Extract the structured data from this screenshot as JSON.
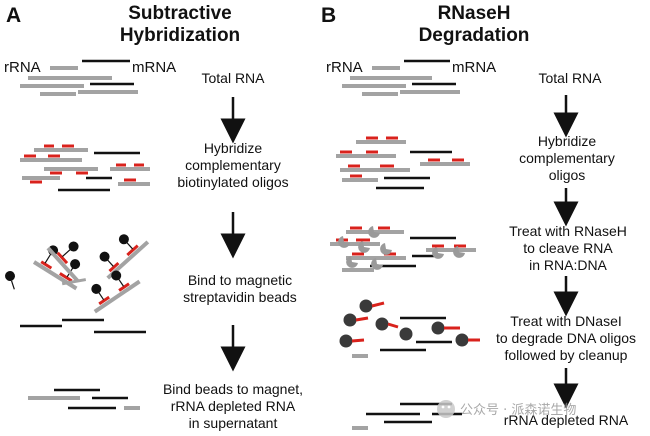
{
  "panel_a": {
    "letter": "A",
    "title_line1": "Subtractive",
    "title_line2": "Hybridization",
    "rrna_label": "rRNA",
    "mrna_label": "mRNA",
    "steps": [
      {
        "lines": [
          "Total RNA"
        ]
      },
      {
        "lines": [
          "Hybridize",
          "complementary",
          "biotinylated oligos"
        ]
      },
      {
        "lines": [
          "Bind to magnetic",
          "streptavidin beads"
        ]
      },
      {
        "lines": [
          "Bind beads to magnet,",
          "rRNA depleted RNA",
          "in supernatant"
        ]
      }
    ]
  },
  "panel_b": {
    "letter": "B",
    "title_line1": "RNaseH",
    "title_line2": "Degradation",
    "rrna_label": "rRNA",
    "mrna_label": "mRNA",
    "steps": [
      {
        "lines": [
          "Total RNA"
        ]
      },
      {
        "lines": [
          "Hybridize",
          "complementary",
          "oligos"
        ]
      },
      {
        "lines": [
          "Treat with RNaseH",
          "to cleave RNA",
          "in RNA:DNA"
        ]
      },
      {
        "lines": [
          "Treat with DNaseI",
          "to degrade DNA oligos",
          "followed by cleanup"
        ]
      },
      {
        "lines": [
          "rRNA depleted RNA"
        ]
      }
    ]
  },
  "watermark": "公众号 · 派森诺生物",
  "colors": {
    "rrna_gray": "#a3a3a3",
    "mrna_black": "#111111",
    "oligo_red": "#d9221c",
    "enzyme_gray": "#9a9a9a",
    "dnase_dark": "#3a3a3a"
  }
}
